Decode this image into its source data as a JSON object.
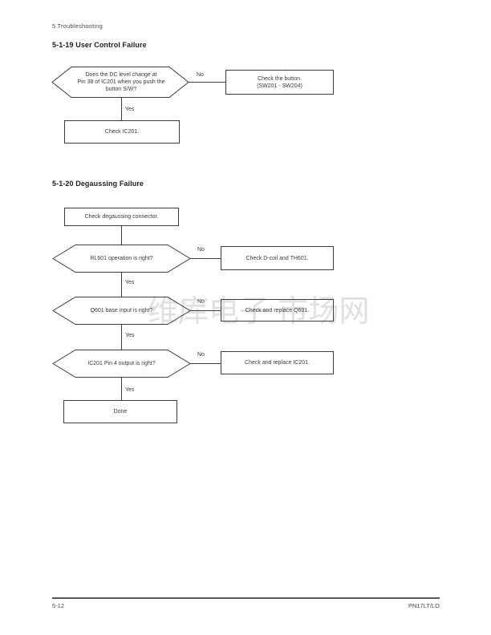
{
  "page": {
    "header": "5 Troubleshooting",
    "watermark": "维库电子 市场网",
    "footer": {
      "page_number": "5-12",
      "model": "PN17LT/LO"
    },
    "colors": {
      "ink": "#3c3c3c",
      "watermark": "#e0e0e0",
      "background": "#ffffff"
    }
  },
  "sections": [
    {
      "title": "5-1-19 User Control Failure",
      "flowchart": {
        "decision": {
          "lines": [
            "Does the DC level change at",
            "Pin 38 of IC201 when you push the",
            "button S/W?"
          ],
          "no_label": "No",
          "yes_label": "Yes"
        },
        "no_action": {
          "lines": [
            "Check the button.",
            "(SW201 - SW204)"
          ]
        },
        "yes_action": "Check IC201."
      }
    },
    {
      "title": "5-1-20 Degaussing Failure",
      "flowchart": {
        "start": "Check degaussing connector.",
        "steps": [
          {
            "question": "RL601 operation is right?",
            "no_label": "No",
            "yes_label": "Yes",
            "no_action": "Check D-coil and TH601."
          },
          {
            "question": "Q601 base input is right?",
            "no_label": "No",
            "yes_label": "Yes",
            "no_action": "Check and replace Q601."
          },
          {
            "question": "IC201 Pin 4 output is right?",
            "no_label": "No",
            "yes_label": "Yes",
            "no_action": "Check and replace IC201."
          }
        ],
        "end": "Done"
      }
    }
  ]
}
